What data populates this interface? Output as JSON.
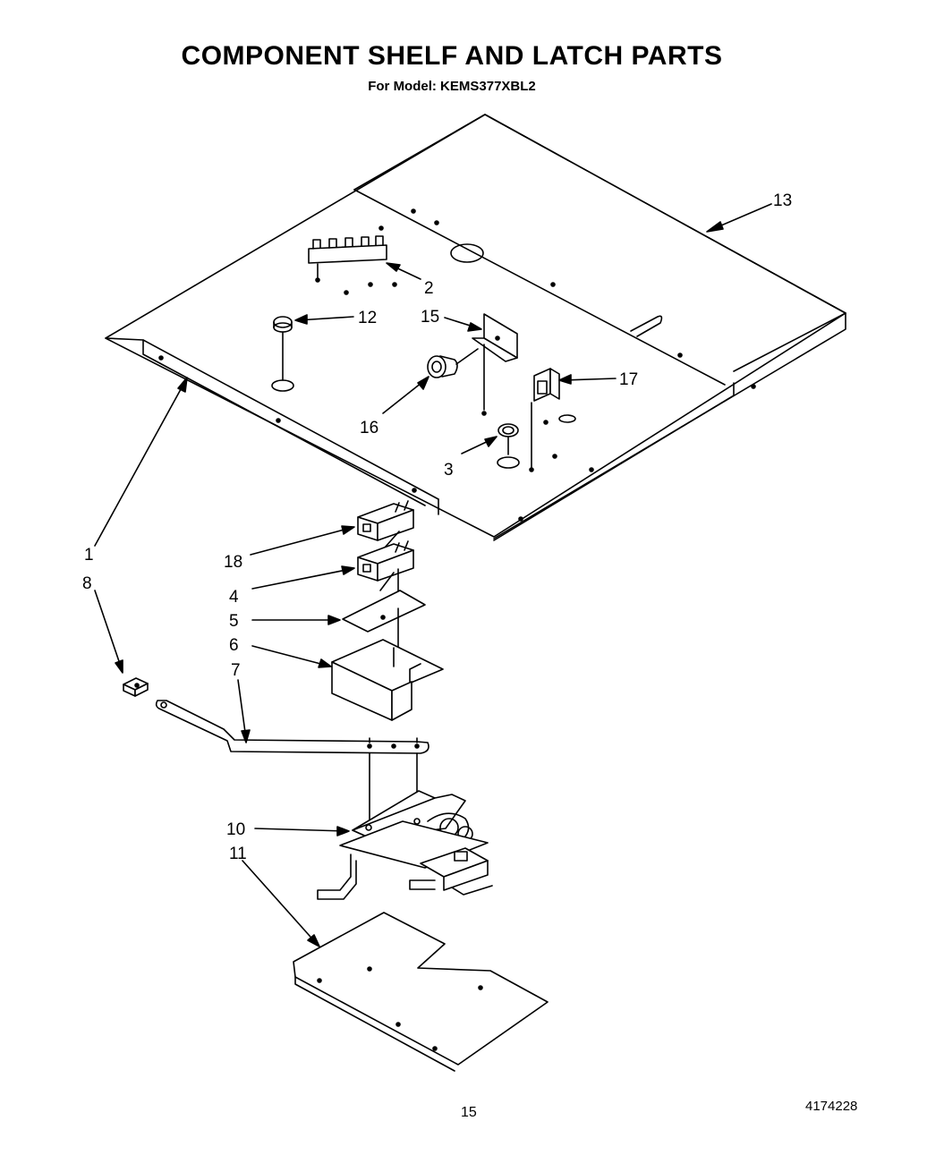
{
  "header": {
    "title": "COMPONENT SHELF AND LATCH PARTS",
    "subtitle": "For Model: KEMS377XBL2"
  },
  "footer": {
    "page_number": "15",
    "document_number": "4174228"
  },
  "callouts": [
    "13",
    "2",
    "12",
    "15",
    "17",
    "16",
    "3",
    "1",
    "18",
    "8",
    "4",
    "5",
    "6",
    "7",
    "10",
    "11"
  ]
}
